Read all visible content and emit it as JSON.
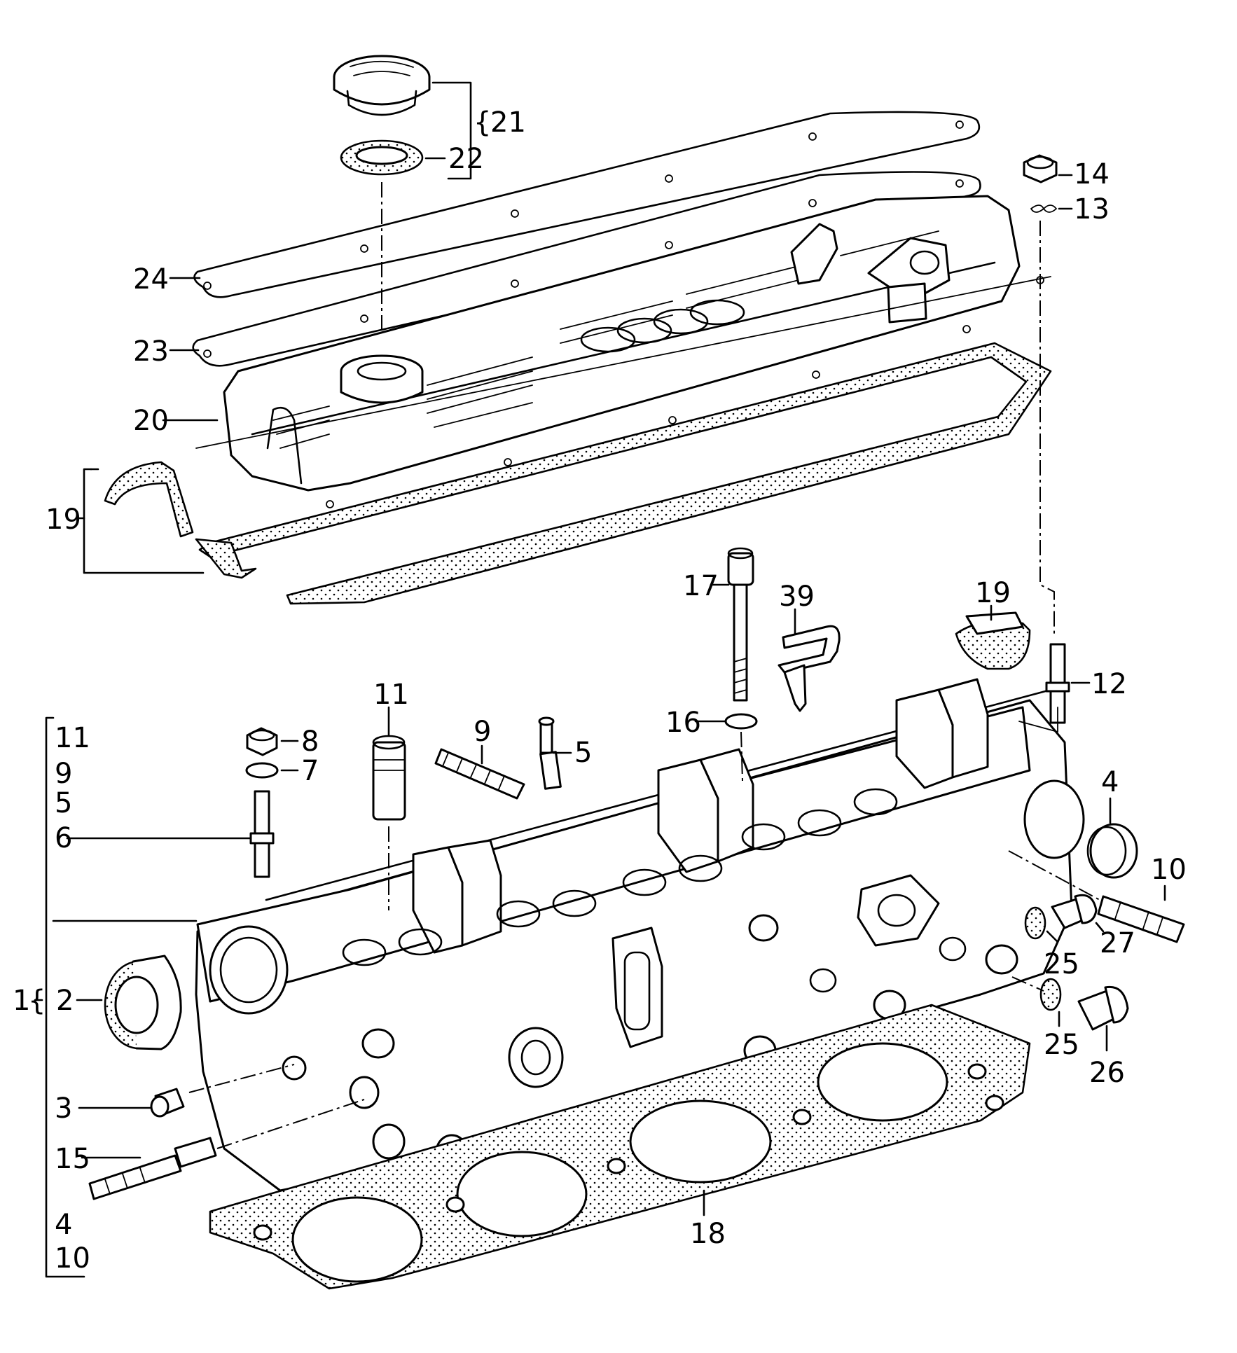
{
  "diagram": {
    "callouts": [
      {
        "id": "c21",
        "text": "21"
      },
      {
        "id": "c22",
        "text": "22"
      },
      {
        "id": "c14",
        "text": "14"
      },
      {
        "id": "c13",
        "text": "13"
      },
      {
        "id": "c24",
        "text": "24"
      },
      {
        "id": "c23",
        "text": "23"
      },
      {
        "id": "c20",
        "text": "20"
      },
      {
        "id": "c19a",
        "text": "19"
      },
      {
        "id": "c17",
        "text": "17"
      },
      {
        "id": "c39",
        "text": "39"
      },
      {
        "id": "c19b",
        "text": "19"
      },
      {
        "id": "c12",
        "text": "12"
      },
      {
        "id": "c11top",
        "text": "11"
      },
      {
        "id": "c9top",
        "text": "9"
      },
      {
        "id": "c16",
        "text": "16"
      },
      {
        "id": "c8",
        "text": "8"
      },
      {
        "id": "c7",
        "text": "7"
      },
      {
        "id": "c5top",
        "text": "5"
      },
      {
        "id": "c4top",
        "text": "4"
      },
      {
        "id": "c10top",
        "text": "10"
      },
      {
        "id": "c25a",
        "text": "25"
      },
      {
        "id": "c27",
        "text": "27"
      },
      {
        "id": "c25b",
        "text": "25"
      },
      {
        "id": "c26",
        "text": "26"
      },
      {
        "id": "c2",
        "text": "2"
      },
      {
        "id": "c1",
        "text": "1"
      },
      {
        "id": "c3",
        "text": "3"
      },
      {
        "id": "c15",
        "text": "15"
      },
      {
        "id": "c18",
        "text": "18"
      }
    ],
    "kit_list": [
      "11",
      "9",
      "5",
      "6",
      "4",
      "10"
    ]
  }
}
